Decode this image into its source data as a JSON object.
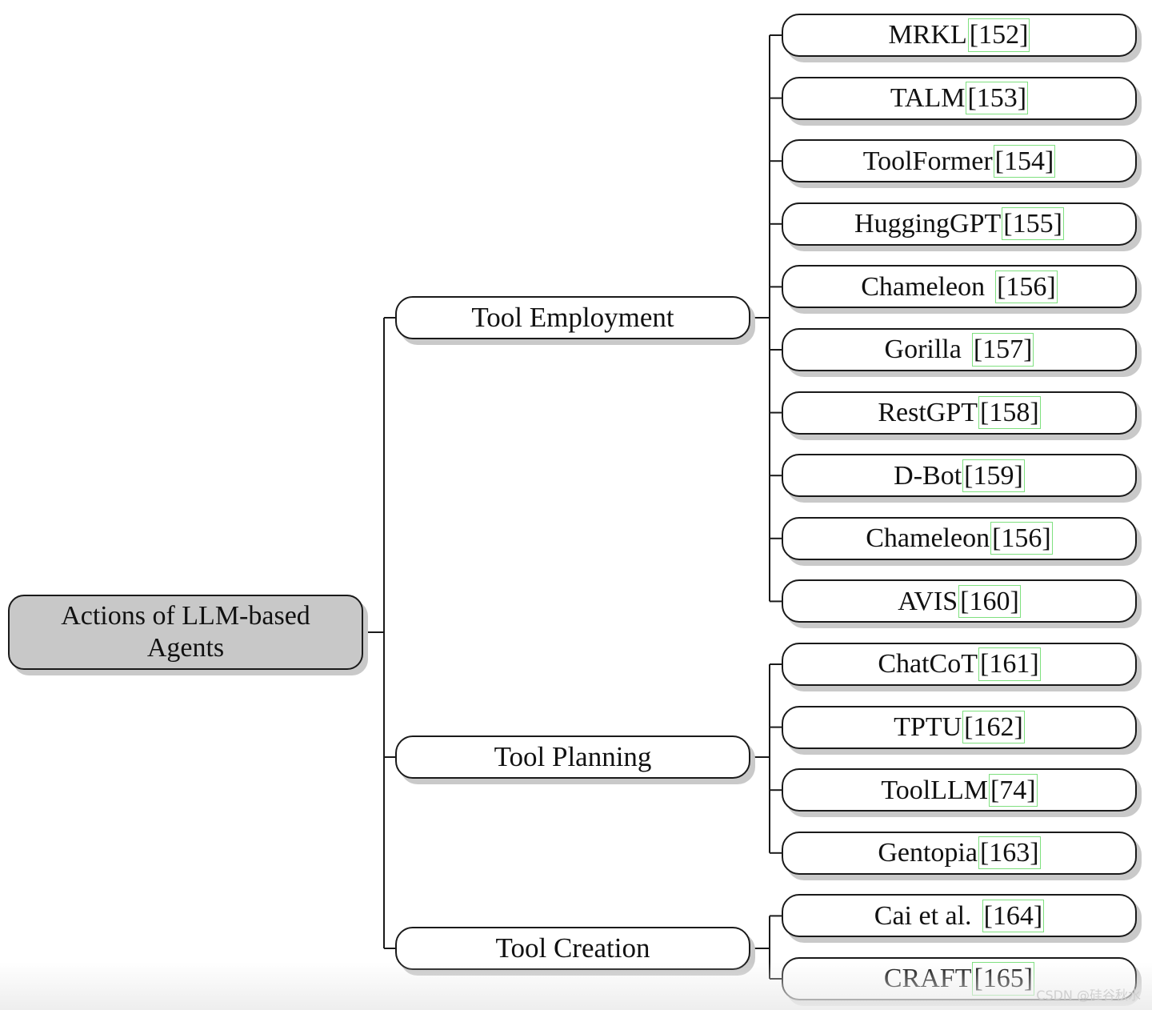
{
  "root": {
    "label": "Actions of LLM-based Agents"
  },
  "branches": [
    {
      "label": "Tool Employment",
      "leaves": [
        {
          "name": "MRKL",
          "cite": "[152]",
          "space": false
        },
        {
          "name": "TALM",
          "cite": "[153]",
          "space": false
        },
        {
          "name": "ToolFormer",
          "cite": "[154]",
          "space": false
        },
        {
          "name": "HuggingGPT",
          "cite": "[155]",
          "space": false
        },
        {
          "name": "Chameleon",
          "cite": "[156]",
          "space": true
        },
        {
          "name": "Gorilla",
          "cite": "[157]",
          "space": true
        },
        {
          "name": "RestGPT",
          "cite": "[158]",
          "space": false
        },
        {
          "name": "D-Bot",
          "cite": "[159]",
          "space": false
        },
        {
          "name": "Chameleon",
          "cite": "[156]",
          "space": false
        },
        {
          "name": "AVIS",
          "cite": "[160]",
          "space": false
        }
      ]
    },
    {
      "label": "Tool Planning",
      "leaves": [
        {
          "name": "ChatCoT",
          "cite": "[161]",
          "space": false
        },
        {
          "name": "TPTU",
          "cite": "[162]",
          "space": false
        },
        {
          "name": "ToolLLM",
          "cite": "[74]",
          "space": false
        },
        {
          "name": "Gentopia",
          "cite": "[163]",
          "space": false
        }
      ]
    },
    {
      "label": "Tool Creation",
      "leaves": [
        {
          "name": "Cai et al.",
          "cite": "[164]",
          "space": true
        },
        {
          "name": "CRAFT",
          "cite": "[165]",
          "space": false
        }
      ]
    }
  ],
  "watermark": "CSDN @硅谷秋水"
}
